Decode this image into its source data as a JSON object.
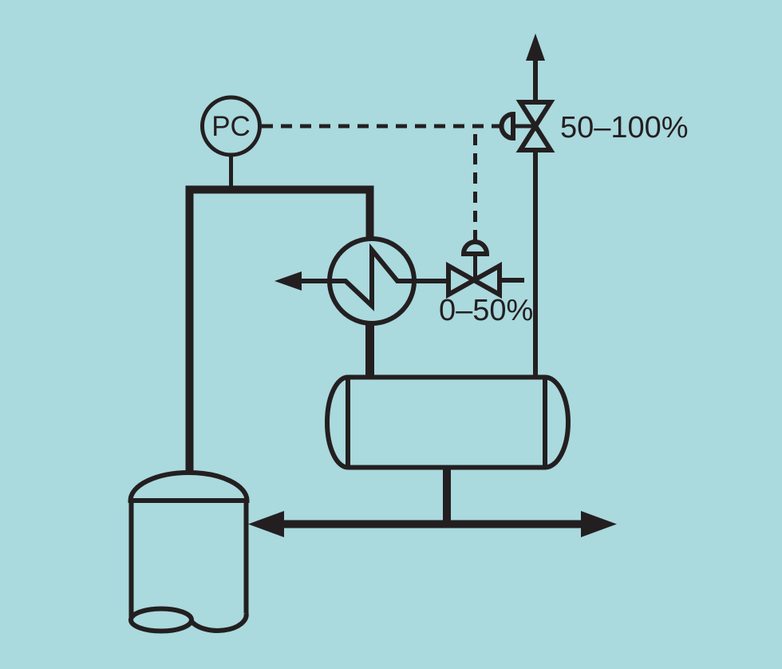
{
  "colors": {
    "background": "#aad9de",
    "line": "#231f20"
  },
  "labels": {
    "controller_tag": "PC",
    "vent_valve_range": "50–100%",
    "cooling_valve_range": "0–50%"
  },
  "components": [
    {
      "name": "pressure-controller",
      "symbol": "circle-instrument",
      "tag": "PC"
    },
    {
      "name": "vent-control-valve",
      "symbol": "globe-valve-with-diaphragm-actuator",
      "range": "50–100%",
      "orientation": "vertical",
      "outlet": "vent-arrow-up"
    },
    {
      "name": "cooling-control-valve",
      "symbol": "globe-valve-with-diaphragm-actuator",
      "range": "0–50%",
      "orientation": "horizontal"
    },
    {
      "name": "heat-exchanger",
      "symbol": "circle-with-zigzag-tube"
    },
    {
      "name": "horizontal-drum",
      "symbol": "horizontal-vessel-dished-ends"
    },
    {
      "name": "column-vessel",
      "symbol": "vertical-vessel-domed-top"
    },
    {
      "name": "signal-lines",
      "symbol": "dashed-instrument-signal"
    },
    {
      "name": "bottom-product-line",
      "symbol": "double-headed-flow-arrow"
    }
  ]
}
